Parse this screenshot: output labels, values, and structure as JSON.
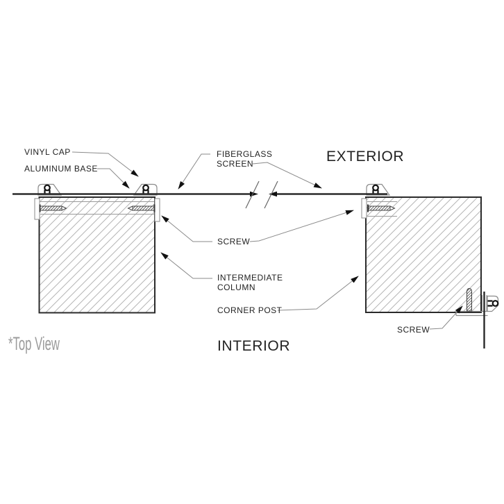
{
  "diagram": {
    "footnote": "*Top View",
    "regions": {
      "exterior": "EXTERIOR",
      "interior": "INTERIOR"
    },
    "callouts": {
      "vinyl_cap": "VINYL CAP",
      "aluminum_base": "ALUMINUM BASE",
      "fiberglass_line1": "FIBERGLASS",
      "fiberglass_line2": "SCREEN",
      "screw_center": "SCREW",
      "intermediate_line1": "INTERMEDIATE",
      "intermediate_line2": "COLUMN",
      "corner_post": "CORNER POST",
      "screw_corner": "SCREW"
    },
    "colors": {
      "outline": "#2a2a2a",
      "hatch": "#b5b5b5",
      "leader": "#8a8a8a",
      "hardware_outline": "#8a8a8a",
      "text": "#222222",
      "muted_text": "#9b9b9b",
      "arrow": "#111111"
    }
  }
}
